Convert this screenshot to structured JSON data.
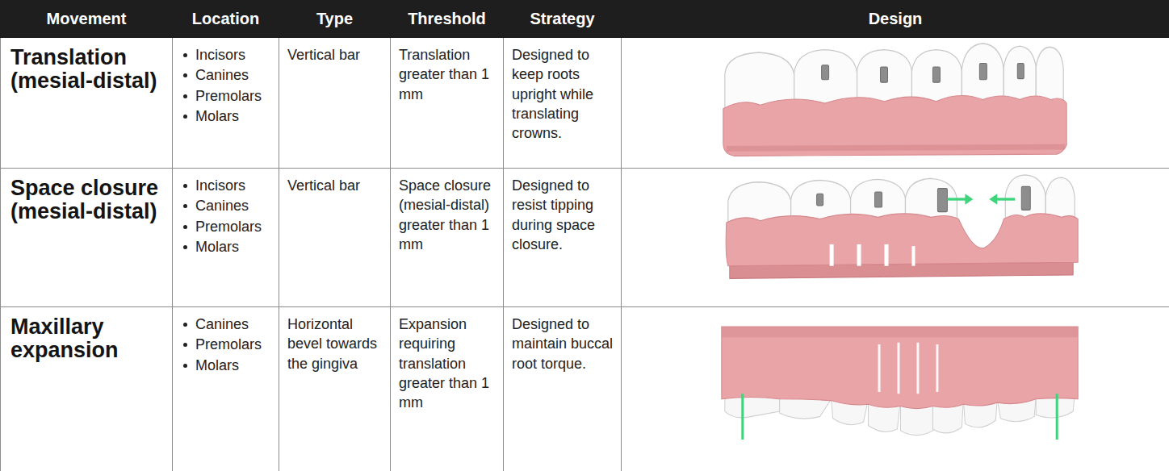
{
  "diagram": {
    "labels": [
      "Movement",
      "Location",
      "Type",
      "Threshold",
      "Strategy",
      "Design",
      "Translation (mesial-distal)",
      "Incisors",
      "Canines",
      "Premolars",
      "Molars",
      "Vertical bar",
      "Translation greater than 1 mm",
      "Designed to keep roots upright while translating crowns.",
      "Space closure (mesial-distal)",
      "Incisors",
      "Canines",
      "Premolars",
      "Molars",
      "Vertical bar",
      "Space closure (mesial-distal) greater than 1 mm",
      "Designed to resist tipping during space closure.",
      "Maxillary expansion",
      "Canines",
      "Premolars",
      "Molars",
      "Horizontal bevel towards the gingiva",
      "Expansion requiring translation greater than 1 mm",
      "Designed to maintain buccal root torque."
    ]
  }
}
